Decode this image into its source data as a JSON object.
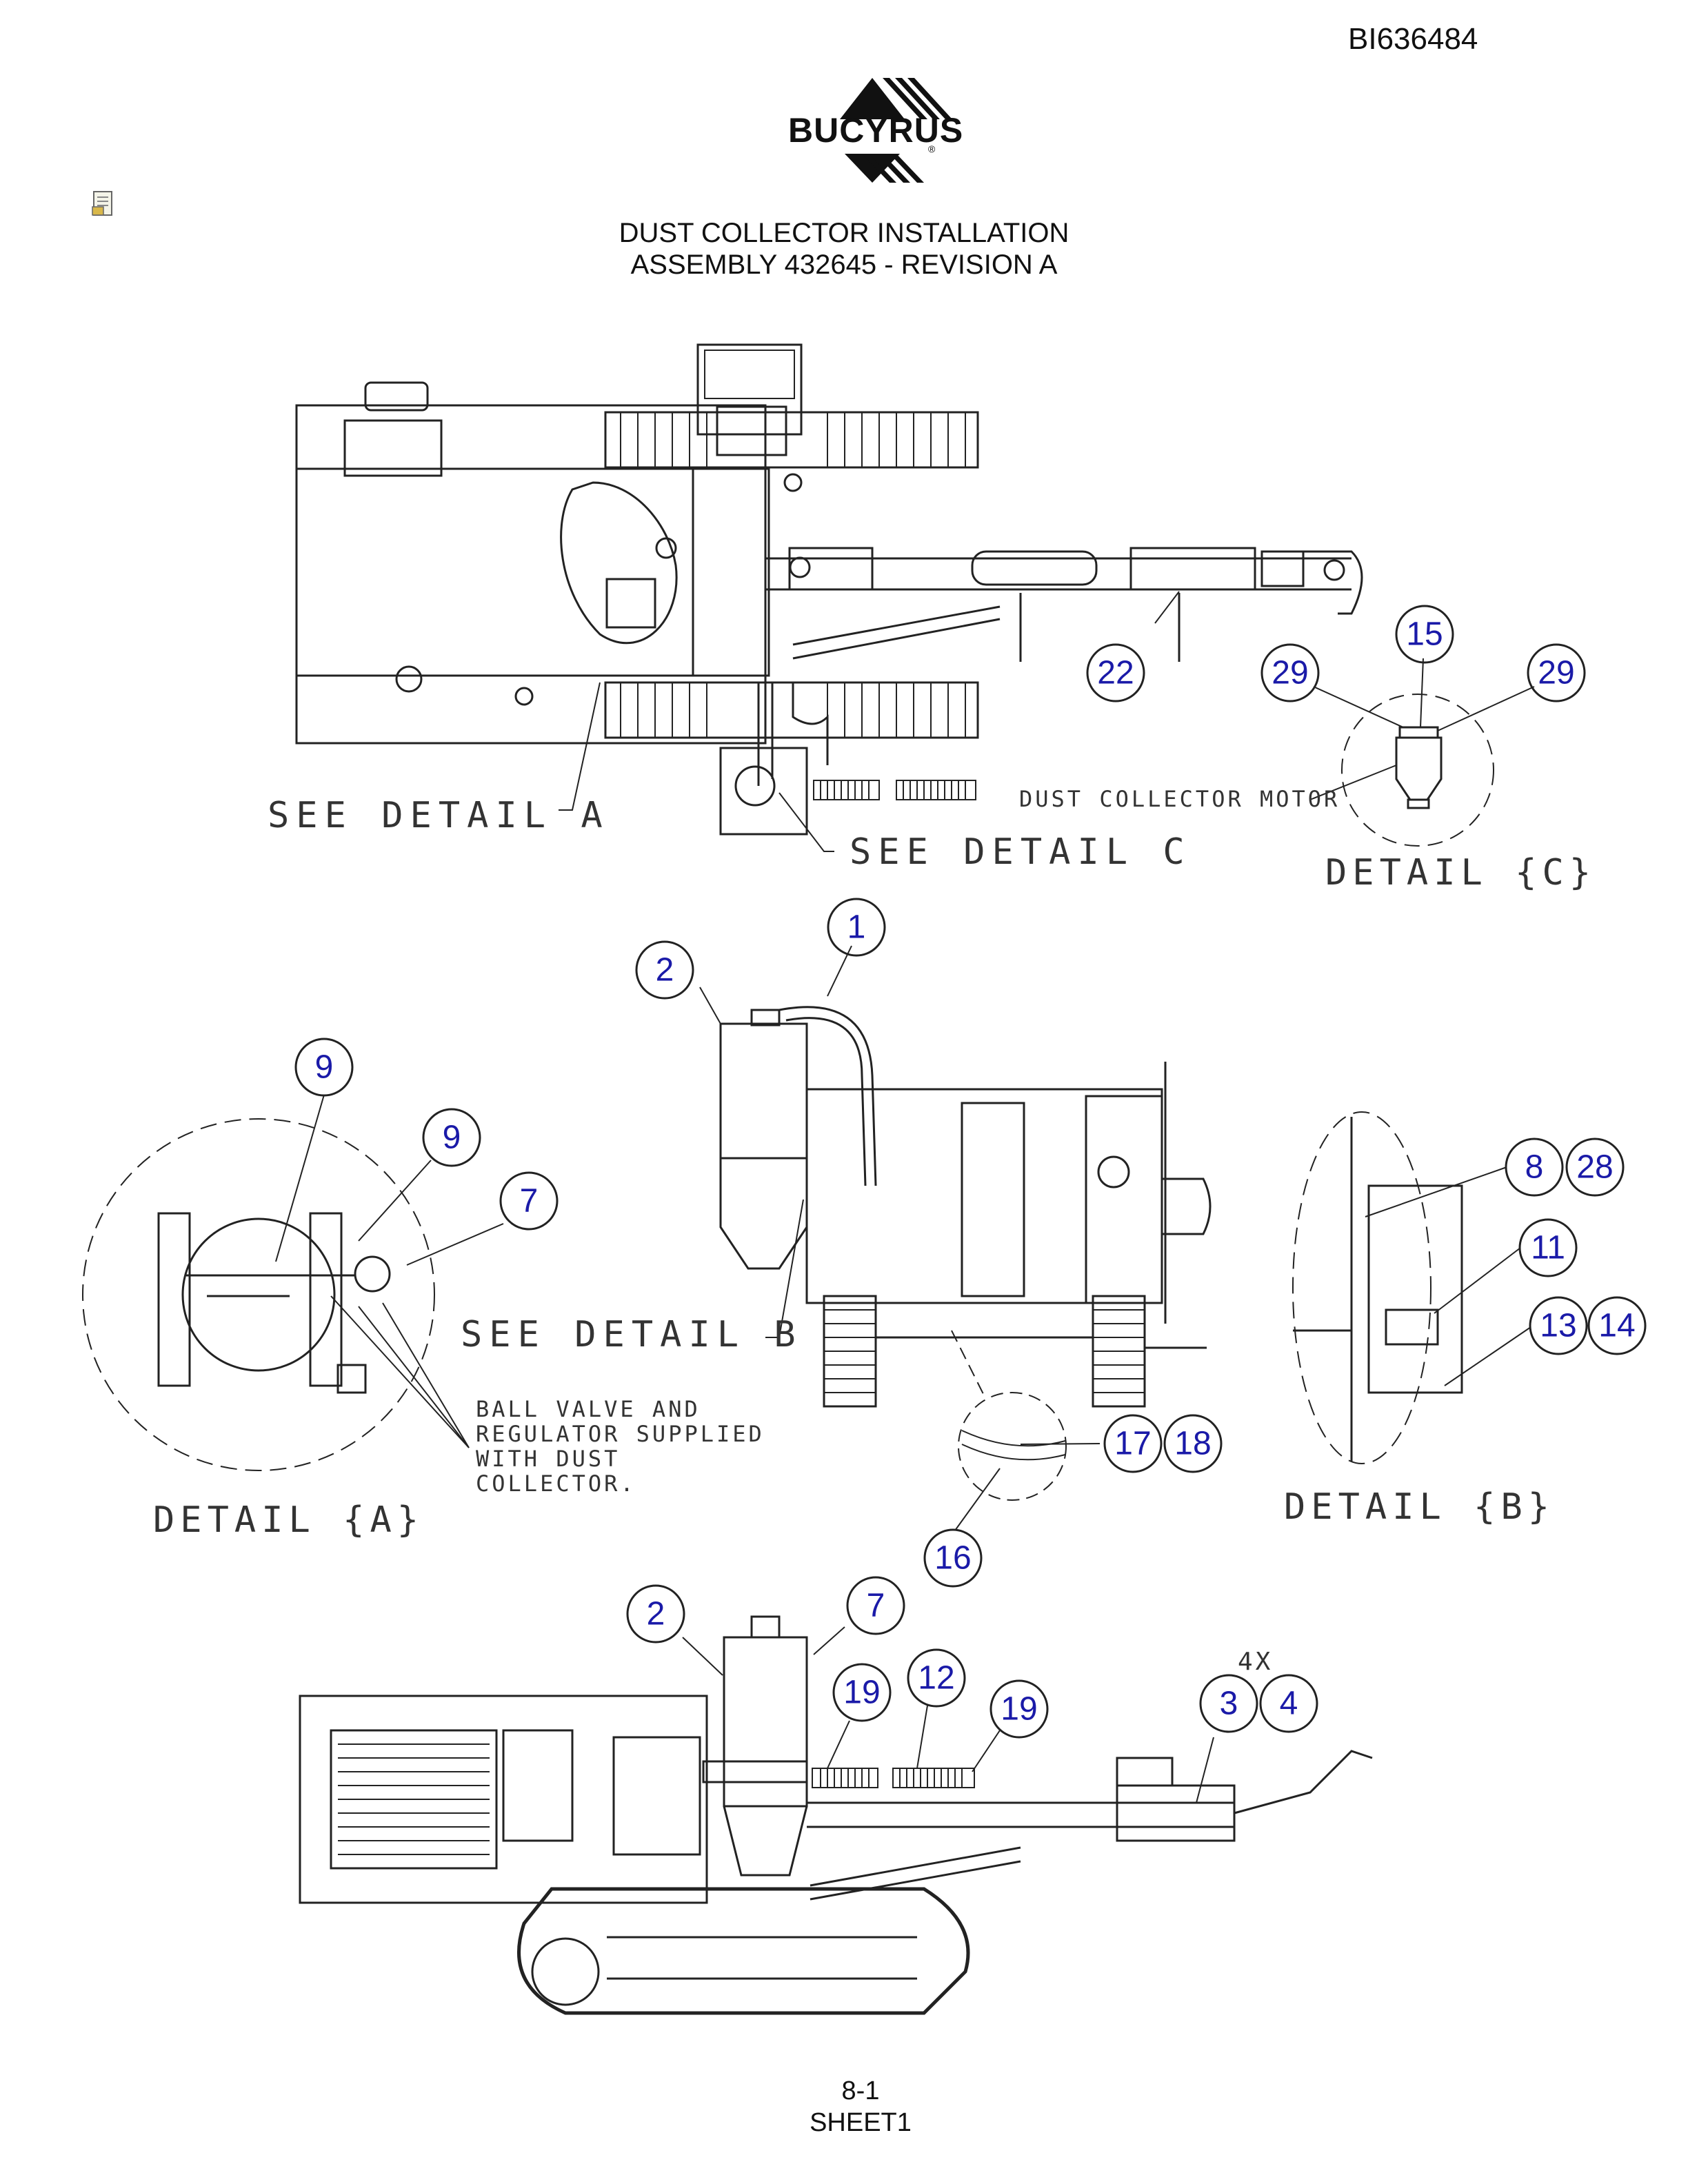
{
  "header": {
    "doc_id": "BI636484",
    "brand": "BUCYRUS",
    "reg_mark": "®",
    "title_line1": "DUST COLLECTOR INSTALLATION",
    "title_line2": "ASSEMBLY 432645 - REVISION A"
  },
  "labels": {
    "see_detail_a": "SEE DETAIL A",
    "see_detail_b": "SEE DETAIL B",
    "see_detail_c": "SEE DETAIL C",
    "detail_a": "DETAIL {A}",
    "detail_b": "DETAIL {B}",
    "detail_c": "DETAIL {C}",
    "dust_collector_motor": "DUST COLLECTOR MOTOR",
    "ball_valve_note_1": "BALL VALVE AND",
    "ball_valve_note_2": "REGULATOR SUPPLIED",
    "ball_valve_note_3": "WITH DUST",
    "ball_valve_note_4": "COLLECTOR.",
    "qty_4x": "4X"
  },
  "callouts": {
    "c22": "22",
    "c29a": "29",
    "c15": "15",
    "c29b": "29",
    "c2a": "2",
    "c1": "1",
    "c9a": "9",
    "c9b": "9",
    "c7a": "7",
    "c8": "8",
    "c28": "28",
    "c11": "11",
    "c13": "13",
    "c14": "14",
    "c17": "17",
    "c18": "18",
    "c16": "16",
    "c2b": "2",
    "c7b": "7",
    "c19a": "19",
    "c12": "12",
    "c19b": "19",
    "c3": "3",
    "c4": "4"
  },
  "footer": {
    "page": "8-1",
    "sheet": "SHEET1"
  },
  "colors": {
    "callout_text": "#1a1aa8",
    "line": "#222222"
  }
}
